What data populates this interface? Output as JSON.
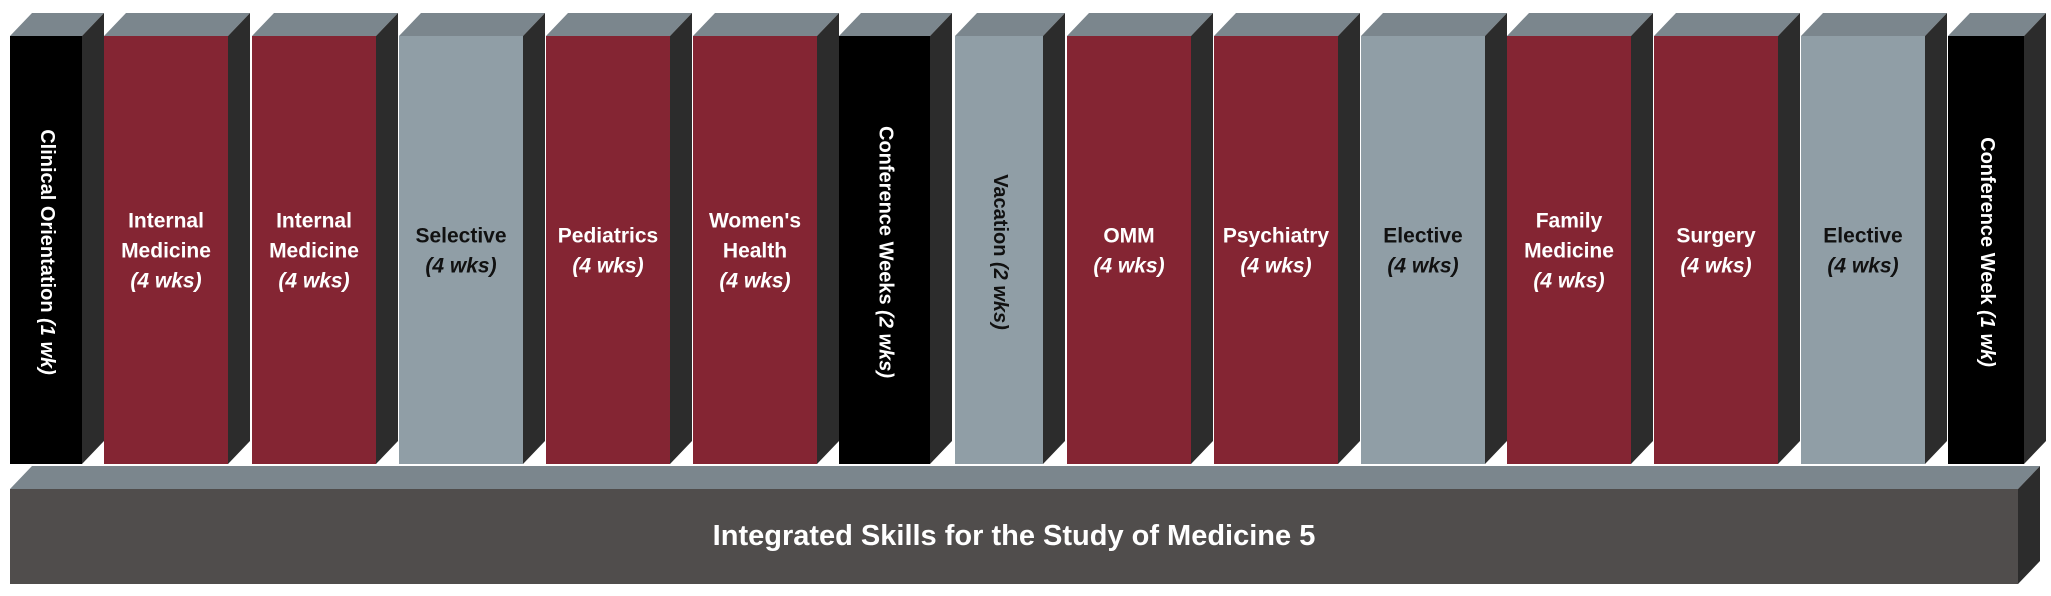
{
  "base": {
    "label": "Integrated Skills for the Study of Medicine 5"
  },
  "colors": {
    "maroon": "#842533",
    "gray": "#909ea6",
    "black": "#000000",
    "base_front": "#504d4c",
    "top": "#7b868d",
    "side": "#2c2c2c",
    "text_light": "#ffffff",
    "text_dark": "#111111"
  },
  "blocks": [
    {
      "name": "clinical-orientation",
      "kind": "black",
      "orientation": "vertical",
      "title": [
        "Clinical Orientation"
      ],
      "duration": "(1 wk)"
    },
    {
      "name": "internal-medicine-1",
      "kind": "maroon",
      "orientation": "horizontal",
      "title": [
        "Internal",
        "Medicine"
      ],
      "duration": "(4 wks)"
    },
    {
      "name": "internal-medicine-2",
      "kind": "maroon",
      "orientation": "horizontal",
      "title": [
        "Internal",
        "Medicine"
      ],
      "duration": "(4 wks)"
    },
    {
      "name": "selective",
      "kind": "gray",
      "orientation": "horizontal",
      "title": [
        "Selective"
      ],
      "duration": "(4 wks)"
    },
    {
      "name": "pediatrics",
      "kind": "maroon",
      "orientation": "horizontal",
      "title": [
        "Pediatrics"
      ],
      "duration": "(4 wks)"
    },
    {
      "name": "womens-health",
      "kind": "maroon",
      "orientation": "horizontal",
      "title": [
        "Women's",
        "Health"
      ],
      "duration": "(4 wks)"
    },
    {
      "name": "conference-weeks",
      "kind": "black",
      "orientation": "vertical",
      "title": [
        "Conference Weeks"
      ],
      "duration": "(2 wks)"
    },
    {
      "name": "vacation",
      "kind": "gray",
      "orientation": "vertical",
      "title": [
        "Vacation"
      ],
      "duration": "(2 wks)"
    },
    {
      "name": "omm",
      "kind": "maroon",
      "orientation": "horizontal",
      "title": [
        "OMM"
      ],
      "duration": "(4 wks)"
    },
    {
      "name": "psychiatry",
      "kind": "maroon",
      "orientation": "horizontal",
      "title": [
        "Psychiatry"
      ],
      "duration": "(4 wks)"
    },
    {
      "name": "elective-1",
      "kind": "gray",
      "orientation": "horizontal",
      "title": [
        "Elective"
      ],
      "duration": "(4 wks)"
    },
    {
      "name": "family-medicine",
      "kind": "maroon",
      "orientation": "horizontal",
      "title": [
        "Family",
        "Medicine"
      ],
      "duration": "(4 wks)"
    },
    {
      "name": "surgery",
      "kind": "maroon",
      "orientation": "horizontal",
      "title": [
        "Surgery"
      ],
      "duration": "(4 wks)"
    },
    {
      "name": "elective-2",
      "kind": "gray",
      "orientation": "horizontal",
      "title": [
        "Elective"
      ],
      "duration": "(4 wks)"
    },
    {
      "name": "conference-week",
      "kind": "black",
      "orientation": "vertical",
      "title": [
        "Conference Week"
      ],
      "duration": "(1 wk)"
    }
  ]
}
